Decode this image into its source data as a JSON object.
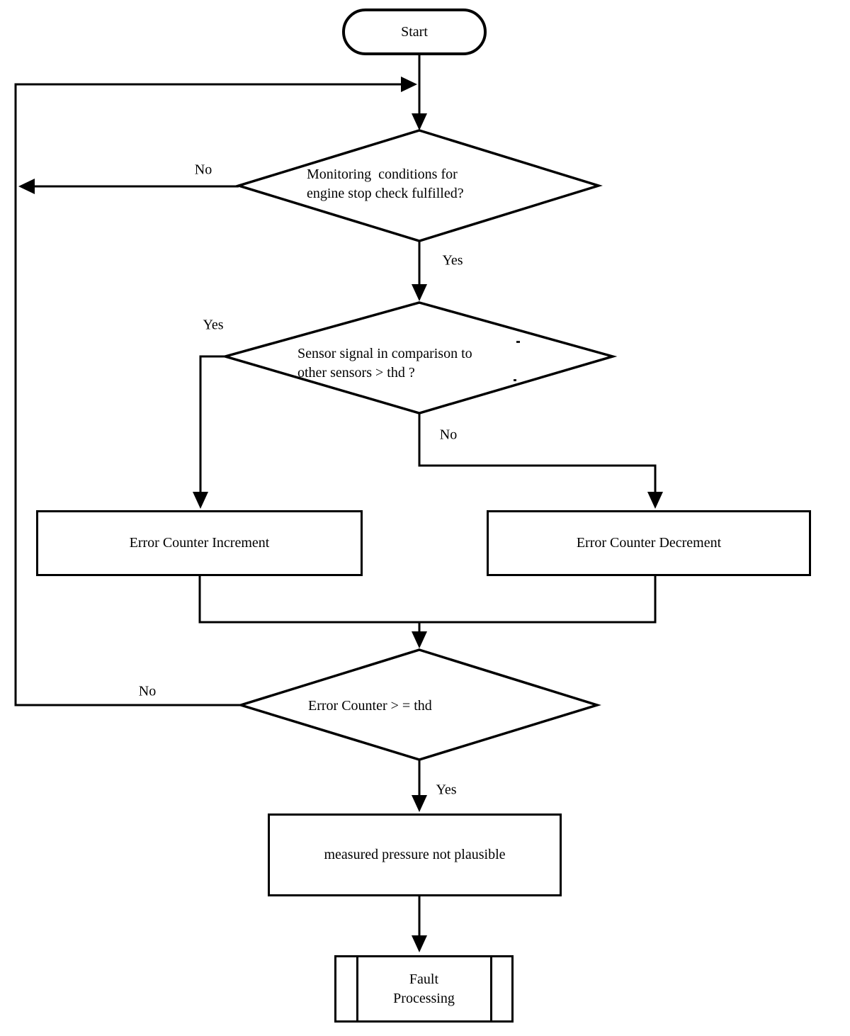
{
  "page": {
    "background": "#ffffff",
    "ink": "#000000"
  },
  "flowchart": {
    "nodes": {
      "start": {
        "type": "terminator",
        "label": "Start"
      },
      "monitoring_decision": {
        "type": "decision",
        "label": "Monitoring  conditions for\nengine stop check fulfilled?"
      },
      "sensor_decision": {
        "type": "decision",
        "label": "Sensor signal in comparison to\nother sensors > thd ?"
      },
      "error_counter_increment": {
        "type": "process",
        "label": "Error Counter Increment"
      },
      "error_counter_decrement": {
        "type": "process",
        "label": "Error Counter Decrement"
      },
      "error_counter_decision": {
        "type": "decision",
        "label": "Error Counter > = thd"
      },
      "measured_pressure": {
        "type": "process",
        "label": "measured pressure not plausible"
      },
      "fault_processing": {
        "type": "predefined_process",
        "label": "Fault\nProcessing"
      }
    },
    "edge_labels": {
      "monitoring_no": "No",
      "monitoring_yes": "Yes",
      "sensor_yes": "Yes",
      "sensor_no": "No",
      "error_counter_no": "No",
      "error_counter_yes": "Yes"
    }
  }
}
